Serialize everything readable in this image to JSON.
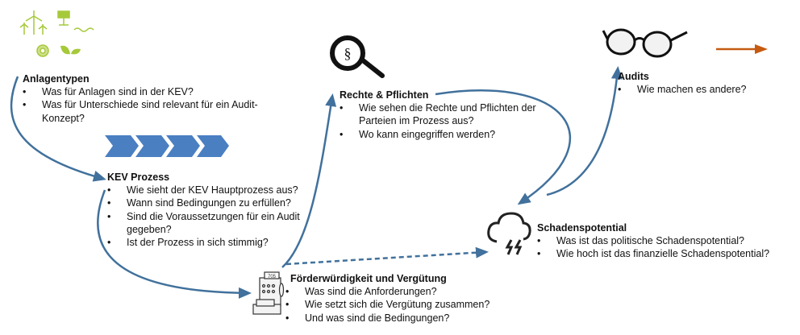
{
  "colors": {
    "arrow": "#41719c",
    "accent": "#c55a11",
    "green": "#a6c93a",
    "chevron": "#4a7fc1"
  },
  "anlagentypen": {
    "title": "Anlagentypen",
    "bullets": [
      "Was für Anlagen sind in der KEV?",
      "Was für Unterschiede sind relevant für ein Audit-Konzept?"
    ]
  },
  "kev": {
    "title": "KEV Prozess",
    "bullets": [
      "Wie sieht der KEV Hauptprozess aus?",
      "Wann sind Bedingungen zu erfüllen?",
      "Sind die Voraussetzungen für ein Audit gegeben?",
      "Ist der Prozess in sich stimmig?"
    ]
  },
  "rechte": {
    "title": "Rechte & Pflichten",
    "bullets": [
      "Wie sehen die Rechte und Pflichten der Parteien im Prozess aus?",
      "Wo kann eingegriffen werden?"
    ],
    "icon_symbol": "§"
  },
  "audits": {
    "title": "Audits",
    "bullets": [
      "Wie machen es andere?"
    ]
  },
  "schaden": {
    "title": "Schadenspotential",
    "bullets": [
      "Was ist das politische Schadenspotential?",
      "Wie hoch ist das finanzielle Schadenspotential?"
    ]
  },
  "foerder": {
    "title": "Förderwürdigkeit und Vergütung",
    "bullets": [
      "Was sind die Anforderungen?",
      "Wie setzt sich die Vergütung zusammen?",
      "Und was sind die Bedingungen?"
    ],
    "register_display": "705"
  }
}
